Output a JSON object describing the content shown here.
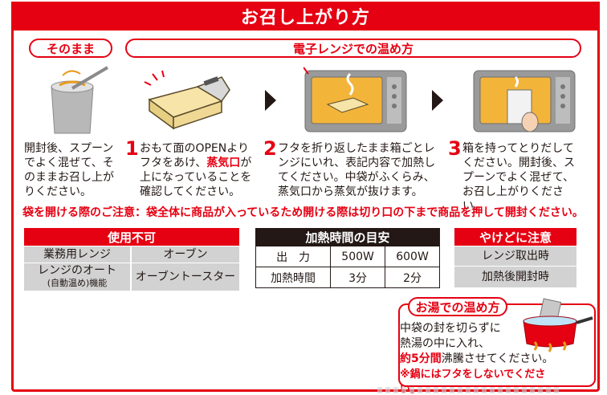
{
  "title": "お召し上がり方",
  "sections": {
    "sonomama_label": "そのまま",
    "microwave_label": "電子レンジでの温め方",
    "hotwater_label": "お湯での温め方"
  },
  "steps": {
    "plain_text": "開封後、スプーンでよく混ぜて、そのままお召し上がりください。",
    "step1": {
      "num": "1",
      "text_a": "おもて面のOPENよりフタをあけ、",
      "text_red": "蒸気口",
      "text_b": "が上になっていることを確認してください。"
    },
    "step2": {
      "num": "2",
      "text": "フタを折り返したまま箱ごとレンジにいれ、表記内容で加熱してください。中袋がふくらみ、蒸気口から蒸気が抜けます。"
    },
    "step3": {
      "num": "3",
      "text": "箱を持ってとりだしてください。開封後、スプーンでよく混ぜて、お召し上がりください。"
    }
  },
  "caution": {
    "label": "袋を開ける際のご注意",
    "text": "：袋全体に商品が入っているため開ける際は切り口の下まで商品を押して開封ください。"
  },
  "unusable": {
    "header": "使用不可",
    "rows": [
      [
        "業務用レンジ",
        "オーブン"
      ],
      [
        "レンジのオート",
        "オーブントースター"
      ]
    ],
    "sub_note": "(自動温め)機能"
  },
  "heating": {
    "header": "加熱時間の目安",
    "row_labels": [
      "出　力",
      "加熱時間"
    ],
    "columns": [
      "500W",
      "600W"
    ],
    "times": [
      "3分",
      "2分"
    ]
  },
  "burn": {
    "header": "やけどに注意",
    "items": [
      "レンジ取出時",
      "加熱後開封時"
    ]
  },
  "hotwater": {
    "line1": "中袋の封を切らずに",
    "line2": "熱湯の中に入れ、",
    "line3_red": "約5分間",
    "line3_rest": "沸騰させてください。",
    "warning": "※鍋にはフタをしないでください。"
  },
  "colors": {
    "brand_red": "#e50012",
    "dark": "#231815",
    "gray": "#d2d2d2"
  },
  "icons": [
    "pouch-with-spoon-icon",
    "package-open-icon",
    "microwave-heating-icon",
    "microwave-done-icon",
    "pot-boiling-icon"
  ]
}
